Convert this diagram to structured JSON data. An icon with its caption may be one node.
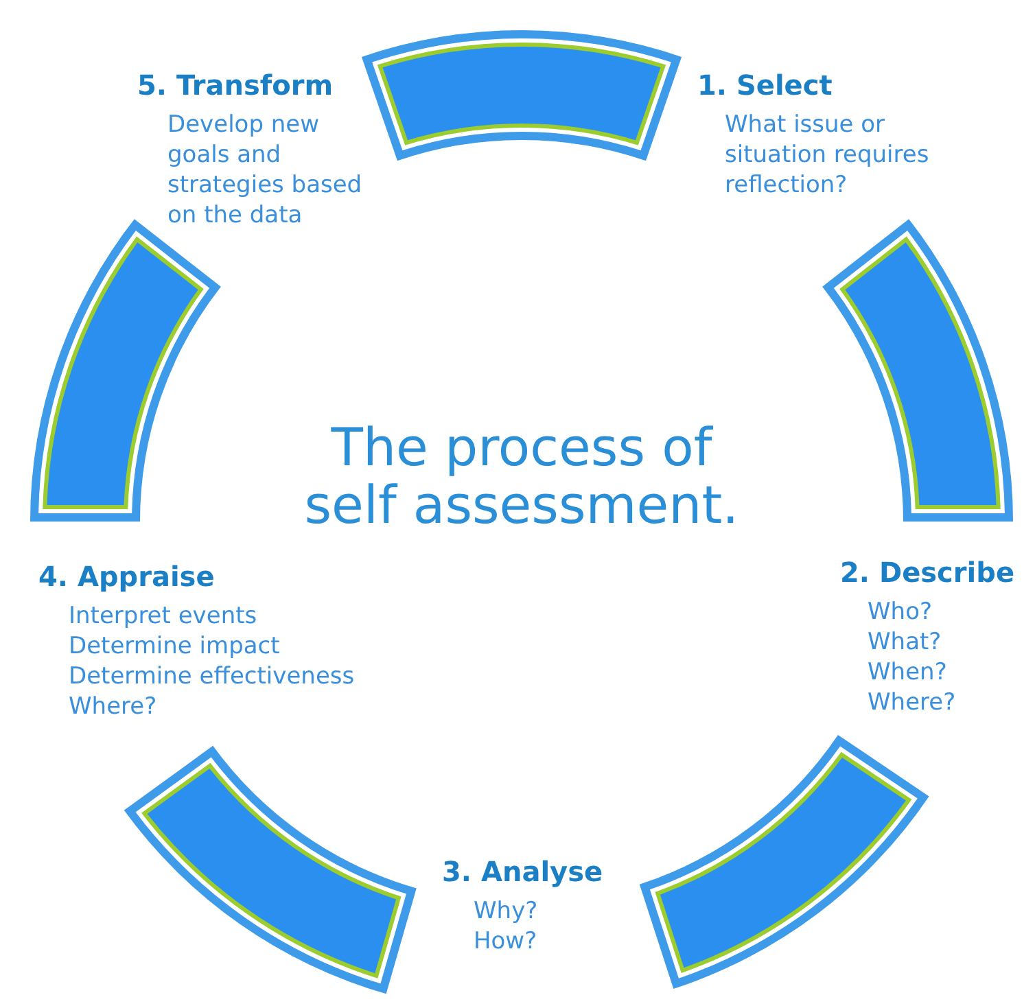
{
  "diagram": {
    "title": "The process of self assessment.",
    "nodes": [
      {
        "text": [
          "5. Transform",
          "Develop new goals and strategies based on the data"
        ]
      },
      {
        "text": [
          "1. Select",
          "What issue or situation requires reflection?"
        ]
      },
      {
        "text": [
          "4. Appraise",
          "Interpret events",
          "Determine impact",
          "Determine effectiveness",
          "Where?"
        ]
      },
      {
        "text": [
          "2. Describe",
          "Who?",
          "What?",
          "When?",
          "Where?"
        ]
      },
      {
        "text": [
          "3. Analyse",
          "Why?",
          "How?"
        ]
      }
    ]
  }
}
